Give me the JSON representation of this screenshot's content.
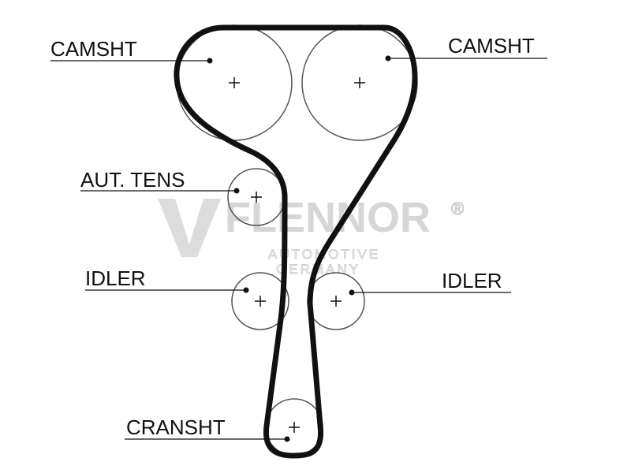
{
  "labels": {
    "camshaft_left": "CAMSHT",
    "camshaft_right": "CAMSHT",
    "auto_tensioner": "AUT. TENS",
    "idler_left": "IDLER",
    "idler_right": "IDLER",
    "crankshaft": "CRANSHT"
  },
  "watermark": {
    "brand": "FLENNOR",
    "registered": "®",
    "line1": "AUTOMOTIVE",
    "line2": "GERMANY"
  },
  "colors": {
    "belt": "#111111",
    "pulley": "#555555",
    "watermark": "#d6d6d6"
  }
}
